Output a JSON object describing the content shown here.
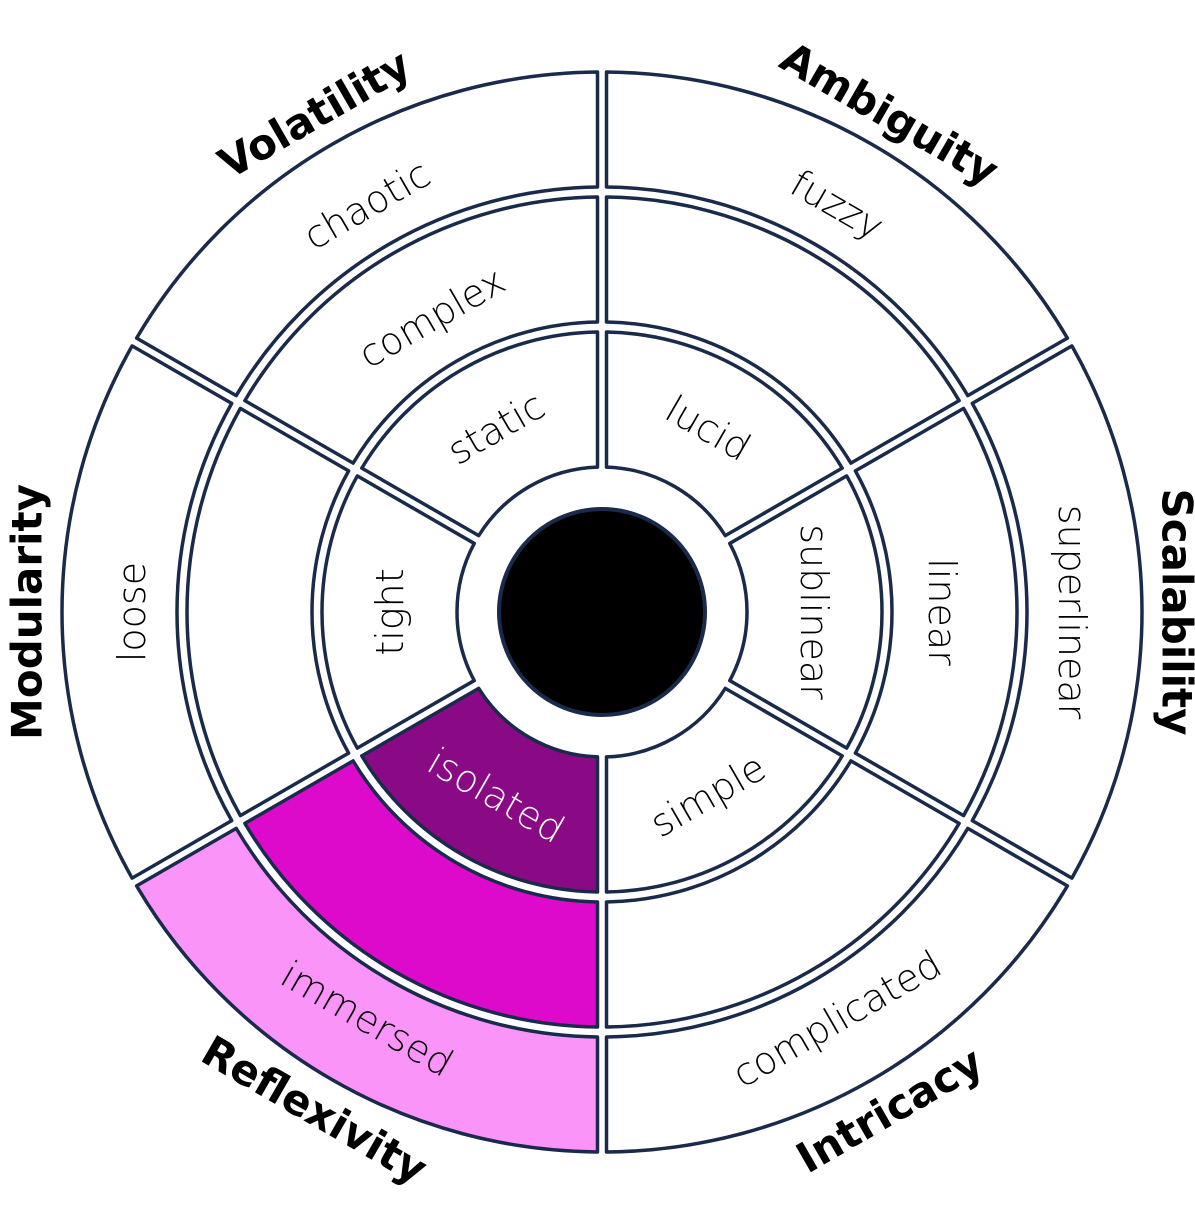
{
  "colors": {
    "outline": "#1a2a4a",
    "unselected_fill": "#ffffff",
    "unselected_text": "#000000",
    "hub_fill": "#000000",
    "level1_selected": "#8a0a86",
    "level2_selected": "#dd0acc",
    "level3_selected": "#fb94f8",
    "selected_text_dark_bg": "#ffffff"
  },
  "dimensions": [
    {
      "id": "volatility",
      "name": "Volatility",
      "selected_level": 0,
      "levels": [
        {
          "label": "static"
        },
        {
          "label": "complex"
        },
        {
          "label": "chaotic"
        }
      ]
    },
    {
      "id": "ambiguity",
      "name": "Ambiguity",
      "selected_level": 0,
      "levels": [
        {
          "label": "lucid"
        },
        {
          "label": ""
        },
        {
          "label": "fuzzy"
        }
      ]
    },
    {
      "id": "scalability",
      "name": "Scalability",
      "selected_level": 0,
      "levels": [
        {
          "label": "sublinear"
        },
        {
          "label": "linear"
        },
        {
          "label": "superlinear"
        }
      ]
    },
    {
      "id": "intricacy",
      "name": "Intricacy",
      "selected_level": 0,
      "levels": [
        {
          "label": "simple"
        },
        {
          "label": ""
        },
        {
          "label": "complicated"
        }
      ]
    },
    {
      "id": "reflexivity",
      "name": "Reflexivity",
      "selected_level": 3,
      "levels": [
        {
          "label": "isolated"
        },
        {
          "label": ""
        },
        {
          "label": "immersed"
        }
      ]
    },
    {
      "id": "modularity",
      "name": "Modularity",
      "selected_level": 0,
      "levels": [
        {
          "label": "tight"
        },
        {
          "label": ""
        },
        {
          "label": "loose"
        }
      ]
    }
  ]
}
